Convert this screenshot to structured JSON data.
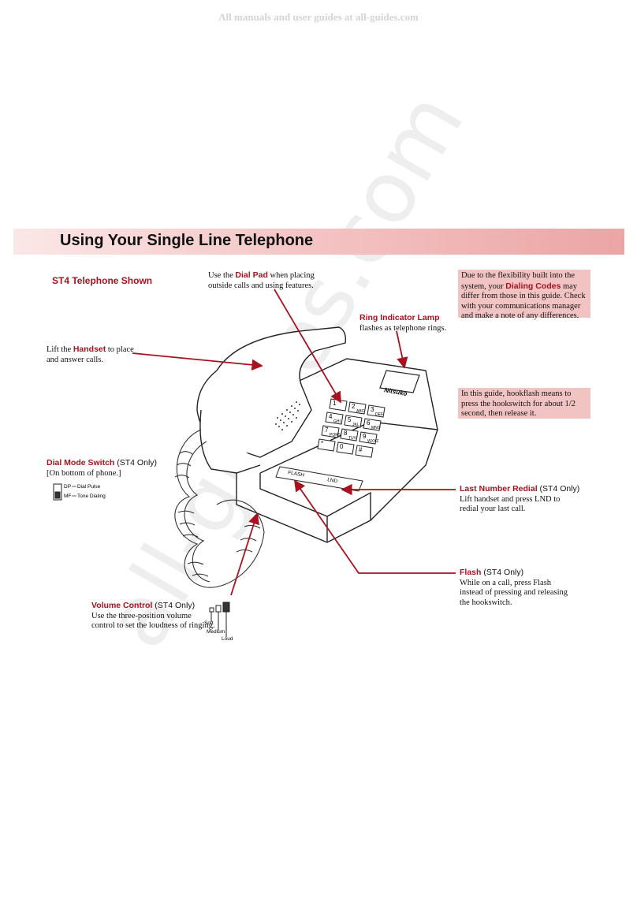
{
  "header_note": "All manuals and user guides at all-guides.com",
  "title": "Using Your Single Line Telephone",
  "subtitle": "ST4 Telephone Shown",
  "watermark": "all-guides.com",
  "callouts": {
    "dial_pad": {
      "pre": "Use the ",
      "label": "Dial Pad",
      "post": " when placing",
      "line2": "outside calls and using features."
    },
    "handset": {
      "pre": "Lift the ",
      "label": "Handset",
      "post": " to place",
      "line2": "and answer calls."
    },
    "ring_lamp": {
      "label": "Ring Indicator Lamp",
      "line2": "flashes as telephone rings."
    },
    "dial_mode": {
      "label": "Dial Mode Switch",
      "suffix": " (ST4 Only)",
      "line2": "[On bottom of phone.]",
      "dp": "DP",
      "dp_desc": "Dial Pulse",
      "mf": "MF",
      "mf_desc": "Tone Dialing"
    },
    "lnd": {
      "label": "Last Number Redial",
      "suffix": " (ST4 Only)",
      "line2": "Lift handset and press LND to",
      "line3": "redial your last call."
    },
    "flash": {
      "label": "Flash",
      "suffix": " (ST4 Only)",
      "line2": "While on a call, press Flash",
      "line3": "instead of pressing and releasing",
      "line4": "the hookswitch."
    },
    "volume": {
      "label": "Volume Control",
      "suffix": " (ST4 Only)",
      "line2": "Use the three-position volume",
      "line3": "control to set the loudness of ringing.",
      "soft": "Soft",
      "medium": "Medium",
      "loud": "Loud"
    }
  },
  "notes": {
    "dialing_codes": {
      "pre": "Due to the flexibility built into the system, your ",
      "label": "Dialing Codes",
      "post": " may differ from those in this guide. Check with your communications manager and make a note of any differences."
    },
    "hookflash": "In this guide, hookflash means to press the hookswitch for about 1/2 second, then release it."
  },
  "phone": {
    "brand": "Nitsuko",
    "flash_key": "FLASH",
    "lnd_key": "LND",
    "keys": [
      {
        "digit": "1",
        "letters": ""
      },
      {
        "digit": "2",
        "letters": "ABC"
      },
      {
        "digit": "3",
        "letters": "DEF"
      },
      {
        "digit": "4",
        "letters": "GHI"
      },
      {
        "digit": "5",
        "letters": "JKL"
      },
      {
        "digit": "6",
        "letters": "MNO"
      },
      {
        "digit": "7",
        "letters": "PQRS"
      },
      {
        "digit": "8",
        "letters": "TUV"
      },
      {
        "digit": "9",
        "letters": "WXYZ"
      },
      {
        "digit": "*",
        "letters": ""
      },
      {
        "digit": "0",
        "letters": ""
      },
      {
        "digit": "#",
        "letters": ""
      }
    ]
  },
  "colors": {
    "accent_red": "#a8121f",
    "note_box": "#f2c3c3",
    "banner_light": "#fbe7e7",
    "banner_dark": "#eba5a5"
  }
}
